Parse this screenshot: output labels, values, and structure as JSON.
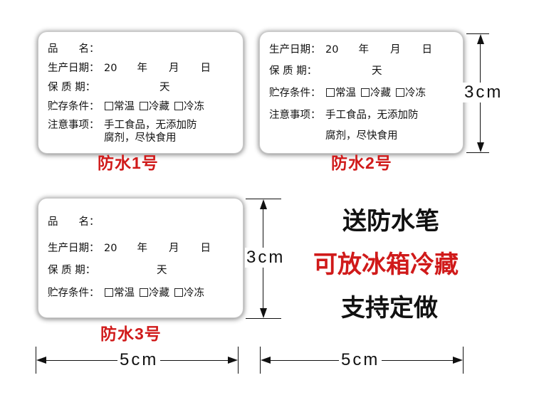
{
  "colors": {
    "accent_red": "#d01a1a",
    "text": "#111111"
  },
  "labels": {
    "name_field": "品　　名：",
    "date_field": "生产日期：",
    "shelf_field": "保 质 期：",
    "storage_field": "贮存条件：",
    "notes_field": "注意事项：",
    "date_value_prefix": "20",
    "year": "年",
    "month": "月",
    "day": "日",
    "shelf_unit": "天",
    "opt_room": "常温",
    "opt_fridge": "冷藏",
    "opt_freeze": "冷冻",
    "notes_line1": "手工食品，无添加防",
    "notes_line2": "腐剂，尽快食用"
  },
  "sticker_names": {
    "s1": "防水1号",
    "s2": "防水2号",
    "s3": "防水3号"
  },
  "dimensions": {
    "height_right": "3cm",
    "height_left": "3cm",
    "width_left": "5cm",
    "width_right": "5cm"
  },
  "promo": {
    "line1": "送防水笔",
    "line2": "可放冰箱冷藏",
    "line3": "支持定做",
    "line1_color": "#111111",
    "line2_color": "#d01a1a",
    "line3_color": "#111111"
  }
}
